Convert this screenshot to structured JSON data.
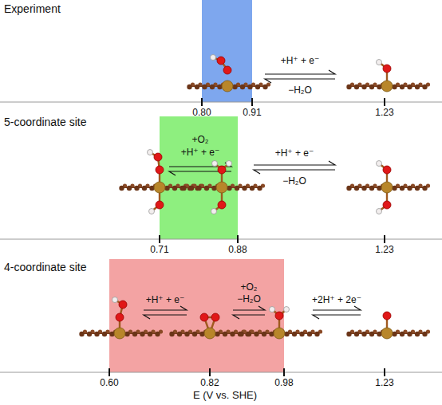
{
  "diagram": {
    "labels": [
      "Experiment",
      "+H⁺ + e⁻",
      "−H₂O",
      "0.80",
      "0.91",
      "1.23",
      "5-coordinate site",
      "+O₂",
      "+H⁺ + e⁻",
      "+H⁺ + e⁻",
      "−H₂O",
      "0.71",
      "0.88",
      "1.23",
      "4-coordinate site",
      "+H⁺ + e⁻",
      "+O₂",
      "−H₂O",
      "+2H⁺ + 2e⁻",
      "0.60",
      "0.82",
      "0.98",
      "1.23",
      "E (V vs. SHE)"
    ]
  }
}
